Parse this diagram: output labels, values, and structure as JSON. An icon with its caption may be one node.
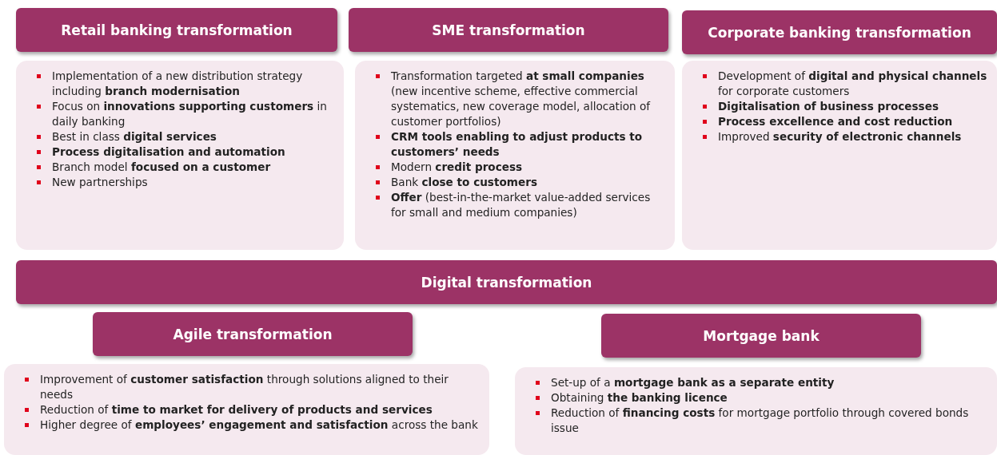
{
  "diagram": {
    "nodes": [
      {
        "text": [
          "Retail banking transformation"
        ]
      },
      {
        "text": [
          "Implementation of a new distribution strategy including **branch modernisation**",
          "Focus on **innovations supporting customers** in daily banking",
          "Best in class **digital services**",
          "**Process digitalisation and automation**",
          "Branch model **focused on a customer**",
          "New partnerships"
        ]
      },
      {
        "text": [
          "SME transformation"
        ]
      },
      {
        "text": [
          "Transformation targeted **at small companies** (new incentive scheme, effective commercial systematics, new coverage model, allocation of customer portfolios)",
          "**CRM tools enabling to adjust products to customers’ needs**",
          "Modern **credit process**",
          "Bank **close to customers**",
          "**Offer** (best-in-the-market value-added services for small and medium companies)"
        ]
      },
      {
        "text": [
          "Corporate banking transformation"
        ]
      },
      {
        "text": [
          "Development of **digital and physical channels** for corporate customers",
          "**Digitalisation of business processes**",
          "**Process excellence and cost reduction**",
          "Improved **security of electronic channels**"
        ]
      },
      {
        "text": [
          "Digital transformation"
        ]
      },
      {
        "text": [
          "Agile transformation"
        ]
      },
      {
        "text": [
          "Improvement of **customer satisfaction** through solutions aligned to their needs",
          "Reduction of **time to market for delivery of products and services**",
          "Higher degree of **employees’ engagement and satisfaction** across the bank"
        ]
      },
      {
        "text": [
          "Mortgage bank"
        ]
      },
      {
        "text": [
          "Set-up of a **mortgage bank as a separate entity**",
          "Obtaining **the banking licence**",
          "Reduction of **financing costs** for mortgage portfolio through covered bonds issue"
        ]
      }
    ]
  }
}
